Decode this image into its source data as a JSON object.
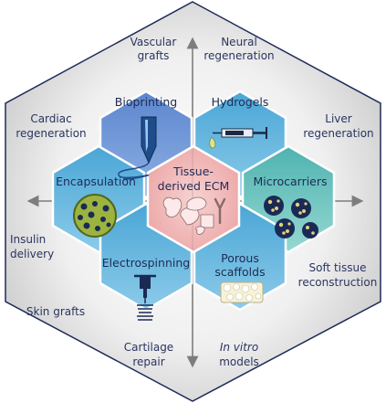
{
  "center": {
    "line1": "Tissue-",
    "line2": "derived ECM"
  },
  "techniques": {
    "bioprinting": "Bioprinting",
    "hydrogels": "Hydrogels",
    "encapsulation": "Encapsulation",
    "microcarriers": "Microcarriers",
    "electrospinning": "Electrospinning",
    "porous_line1": "Porous",
    "porous_line2": "scaffolds"
  },
  "applications": {
    "vascular_line1": "Vascular",
    "vascular_line2": "grafts",
    "neural_line1": "Neural",
    "neural_line2": "regeneration",
    "cardiac_line1": "Cardiac",
    "cardiac_line2": "regeneration",
    "liver_line1": "Liver",
    "liver_line2": "regeneration",
    "insulin_line1": "Insulin",
    "insulin_line2": "delivery",
    "soft_line1": "Soft tissue",
    "soft_line2": "reconstruction",
    "skin": "Skin grafts",
    "cartilage_line1": "Cartilage",
    "cartilage_line2": "repair",
    "invitro_line1": "In vitro",
    "invitro_line2": "models"
  },
  "colors": {
    "outer_hex": "#dcdcdc",
    "outer_stroke": "#1e2a5a",
    "blue_hex": "#6f95d4",
    "lightblue_hex": "#5fb2db",
    "teal_hex": "#63c0bd",
    "center_hex": "#f2b7b7",
    "text": "#1f2b55"
  }
}
